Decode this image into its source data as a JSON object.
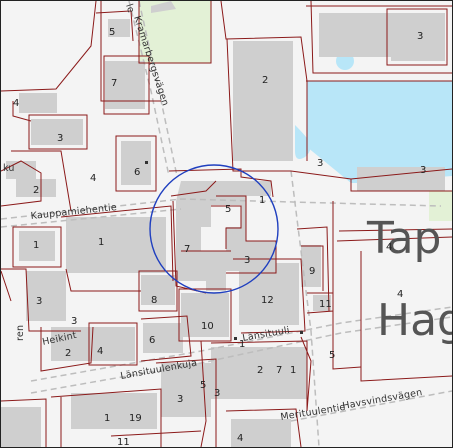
{
  "colors": {
    "background": "#f4f4f4",
    "building": "#cfcfcf",
    "parcel_border": "#8b1a1a",
    "water": "#b8e6f8",
    "green": "#e3f1d6",
    "road_dash": "#bdbdbd",
    "highlight_circle": "#1f3fbf"
  },
  "street_labels": {
    "kramerbergsvagen": "Kramarbergsvägen",
    "kauppamiehentie": "Kauppamiehentie",
    "heikintie": "Heikint",
    "lansituulenkuja": "Länsituulenkuja",
    "lansituuli": "Länsituuli",
    "merituulentie": "Merituulentie",
    "havsvindsvagen": "Havsvindsvägen",
    "kramer_prefix": "le",
    "edge_left_1": "ku",
    "edge_left_2": "ren"
  },
  "place_labels": {
    "tapiola_fragment": "Tap",
    "hagalund_fragment": "Hag"
  },
  "house_numbers": [
    "5",
    "3",
    "7",
    "2",
    "3",
    "4",
    "3",
    "6",
    "4",
    "2",
    "3",
    "5",
    "1",
    "1",
    "1",
    "7",
    "3",
    "3",
    "4",
    "9",
    "8",
    "12",
    "4",
    "11",
    "3",
    "2",
    "4",
    "6",
    "10",
    "1",
    "5",
    "2",
    "7",
    "1",
    "5",
    "3",
    "3",
    "1",
    "19",
    "11",
    "4"
  ]
}
